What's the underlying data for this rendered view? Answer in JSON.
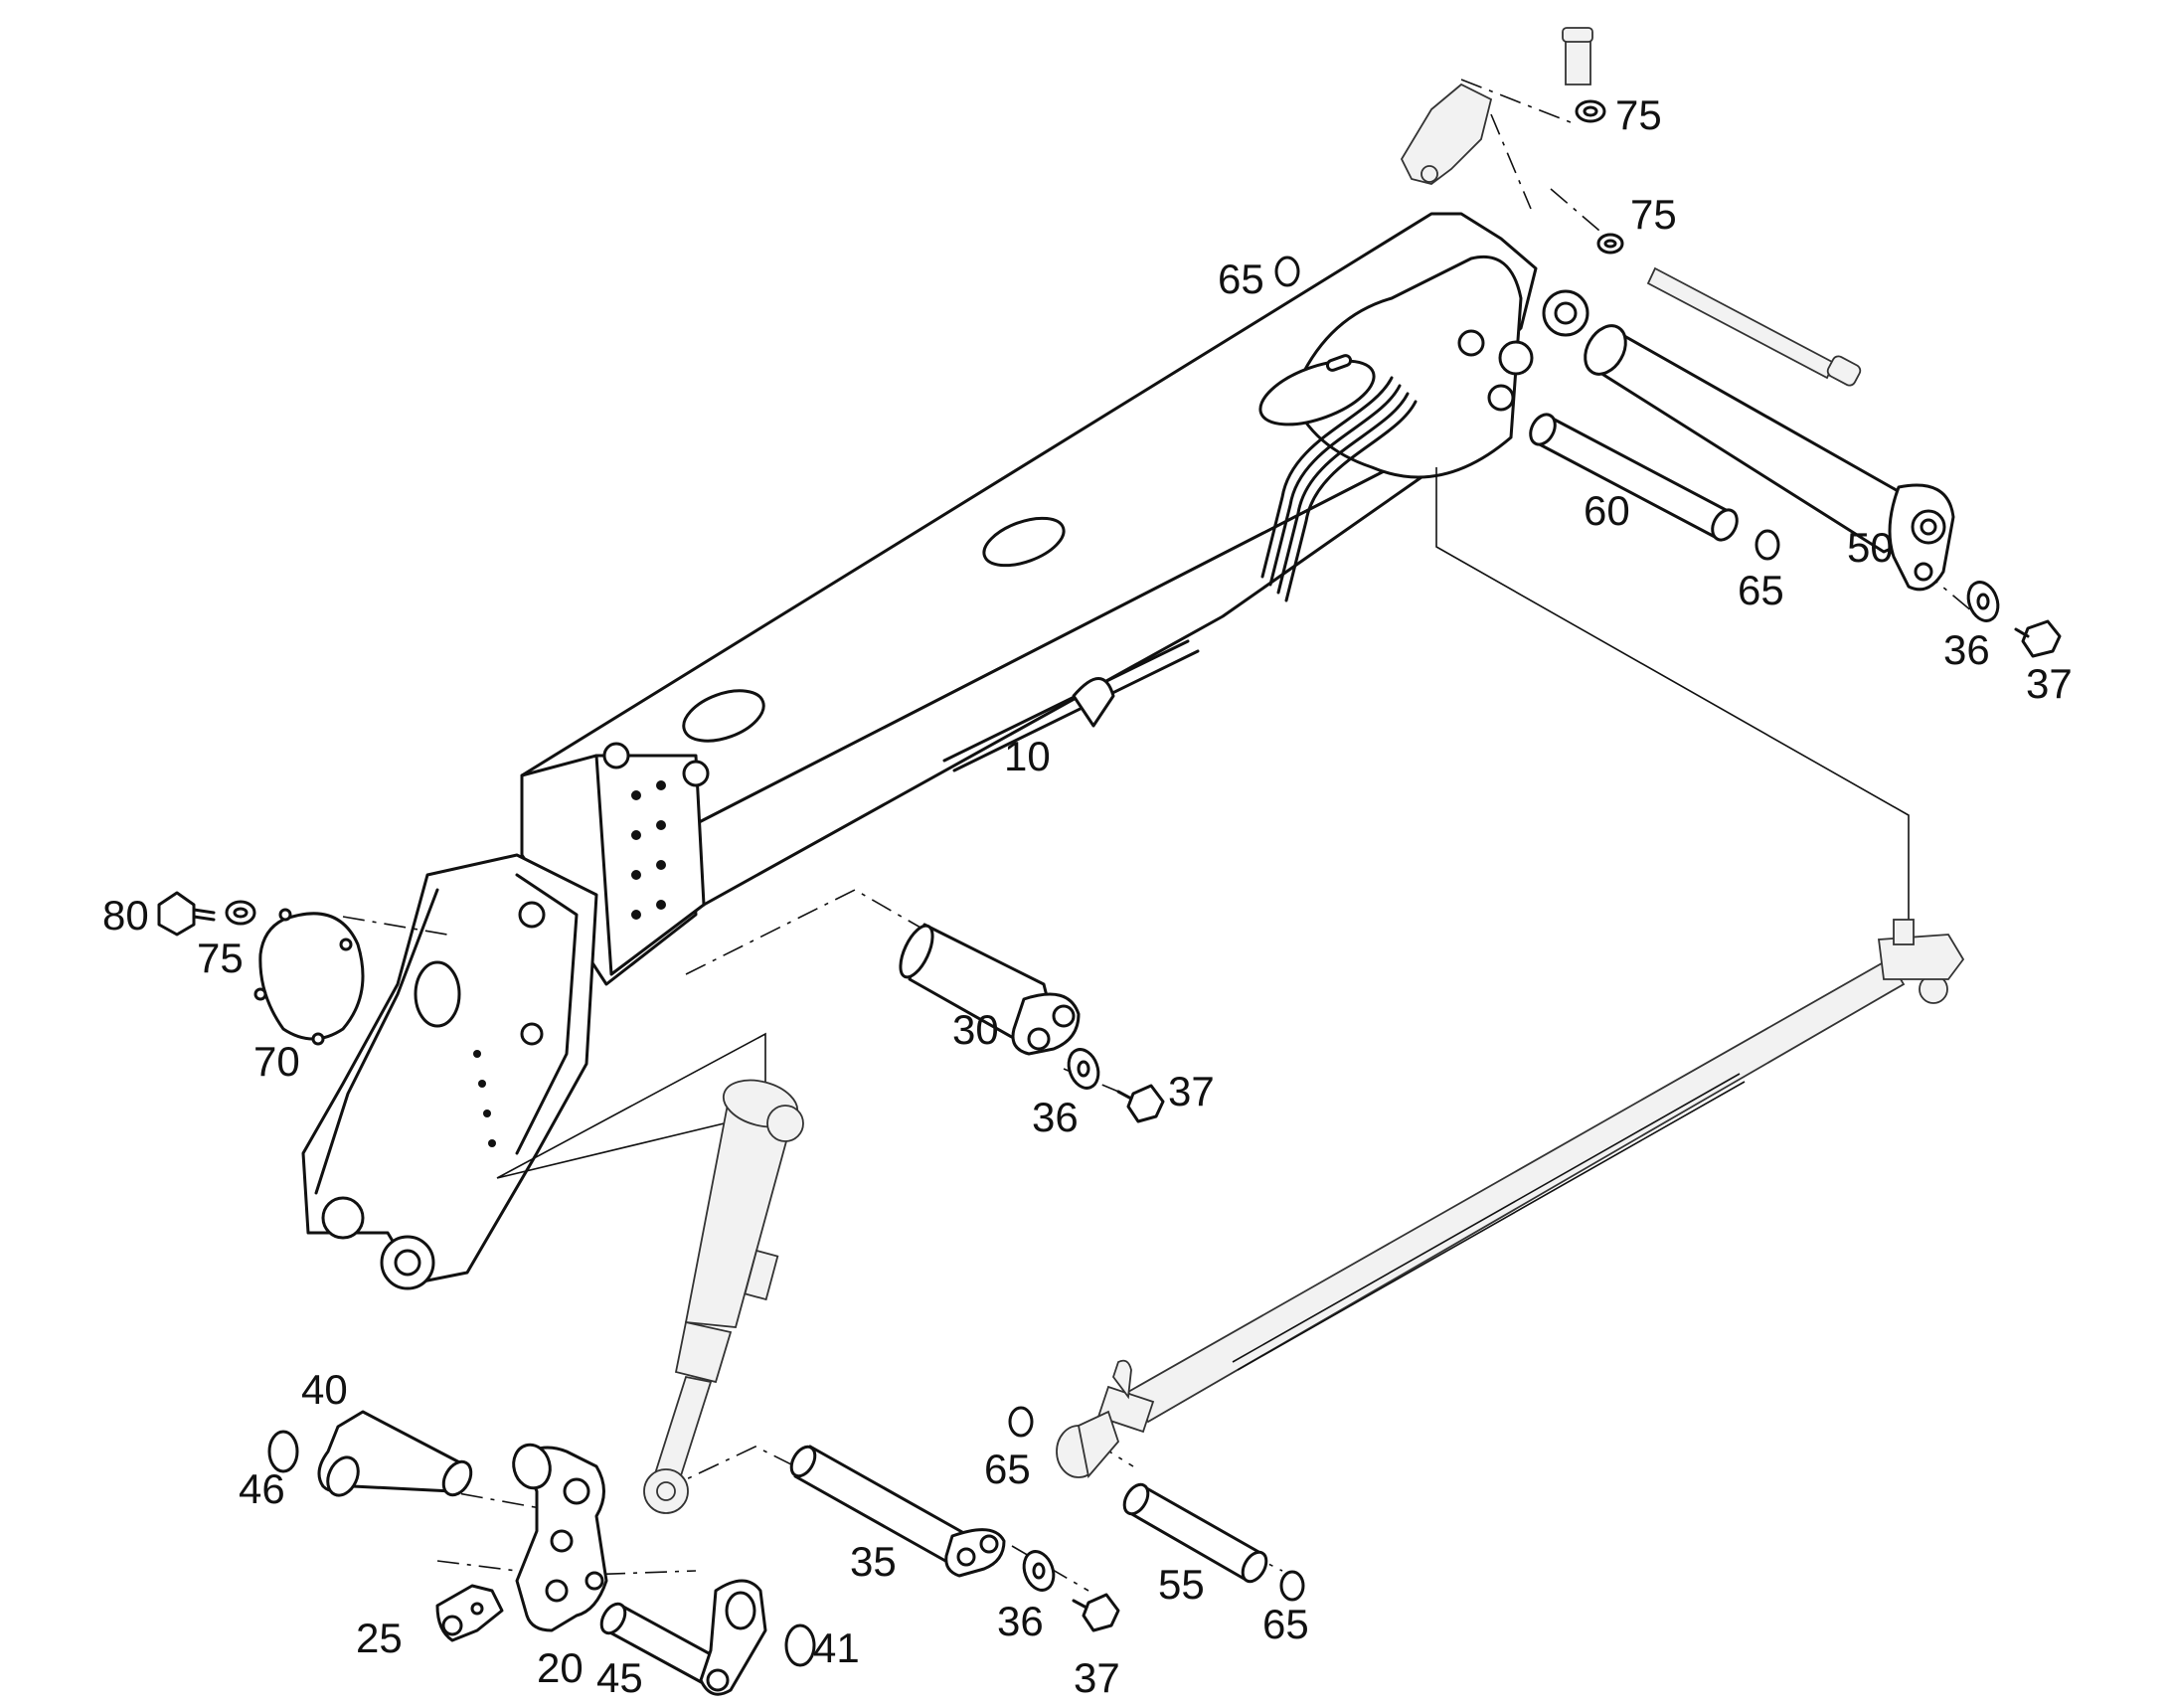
{
  "parts": {
    "p10": "10",
    "p20": "20",
    "p25": "25",
    "p30": "30",
    "p35": "35",
    "p36a": "36",
    "p36b": "36",
    "p36c": "36",
    "p37a": "37",
    "p37b": "37",
    "p37c": "37",
    "p40": "40",
    "p41": "41",
    "p45": "45",
    "p46": "46",
    "p50": "50",
    "p55": "55",
    "p60": "60",
    "p65a": "65",
    "p65b": "65",
    "p65c": "65",
    "p65d": "65",
    "p70": "70",
    "p75a": "75",
    "p75b": "75",
    "p75c": "75",
    "p80": "80"
  }
}
